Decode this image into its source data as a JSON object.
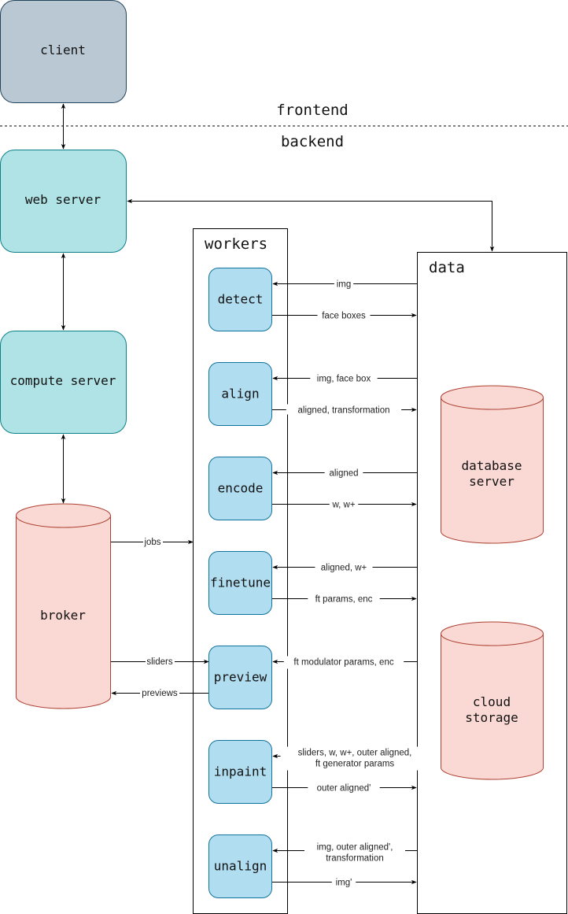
{
  "zones": {
    "frontend": "frontend",
    "backend": "backend"
  },
  "nodes": {
    "client": "client",
    "web_server": "web server",
    "compute_server": "compute server",
    "broker": "broker"
  },
  "workers": {
    "title": "workers",
    "items": [
      {
        "label": "detect",
        "in": [
          "img"
        ],
        "out": "face boxes"
      },
      {
        "label": "align",
        "in": [
          "img, face box"
        ],
        "out": "aligned, transformation"
      },
      {
        "label": "encode",
        "in": [
          "aligned"
        ],
        "out": "w, w+"
      },
      {
        "label": "finetune",
        "in": [
          "aligned, w+"
        ],
        "out": "ft params, enc"
      },
      {
        "label": "preview",
        "in": [
          "ft modulator params, enc"
        ],
        "out": ""
      },
      {
        "label": "inpaint",
        "in": [
          "sliders, w, w+, outer aligned,",
          "ft generator params"
        ],
        "out": "outer aligned'"
      },
      {
        "label": "unalign",
        "in": [
          "img, outer aligned',",
          "transformation"
        ],
        "out": "img'"
      }
    ]
  },
  "data_group": {
    "title": "data",
    "database": [
      "database",
      "server"
    ],
    "storage": [
      "cloud",
      "storage"
    ]
  },
  "broker_edges": {
    "jobs": "jobs",
    "sliders": "sliders",
    "previews": "previews"
  },
  "colors": {
    "client_fill": "#bac8d3",
    "client_stroke": "#23445d",
    "server_fill": "#b0e3e6",
    "server_stroke": "#0e8088",
    "worker_fill": "#b1ddf0",
    "worker_stroke": "#10739e",
    "db_fill": "#fad9d5",
    "db_stroke": "#ae4132"
  }
}
